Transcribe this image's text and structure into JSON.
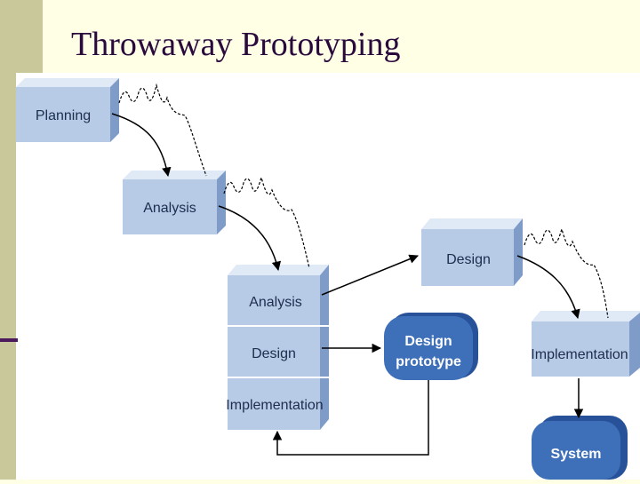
{
  "slide": {
    "title": "Throwaway Prototyping"
  },
  "diagram": {
    "nodes": {
      "planning": "Planning",
      "analysis": "Analysis",
      "combined_analysis": "Analysis",
      "combined_design": "Design",
      "combined_implementation": "Implementation",
      "design_prototype_line1": "Design",
      "design_prototype_line2": "prototype",
      "design": "Design",
      "implementation": "Implementation",
      "system": "System"
    },
    "colors": {
      "box_face": "#b7cbe6",
      "box_top": "#e0e9f6",
      "box_side": "#7f9cc8",
      "rounded_fill": "#3e6fb9",
      "rounded_side": "#27529a",
      "line": "#000000",
      "box_text": "#1e2d4e",
      "rounded_text": "#ffffff"
    }
  }
}
